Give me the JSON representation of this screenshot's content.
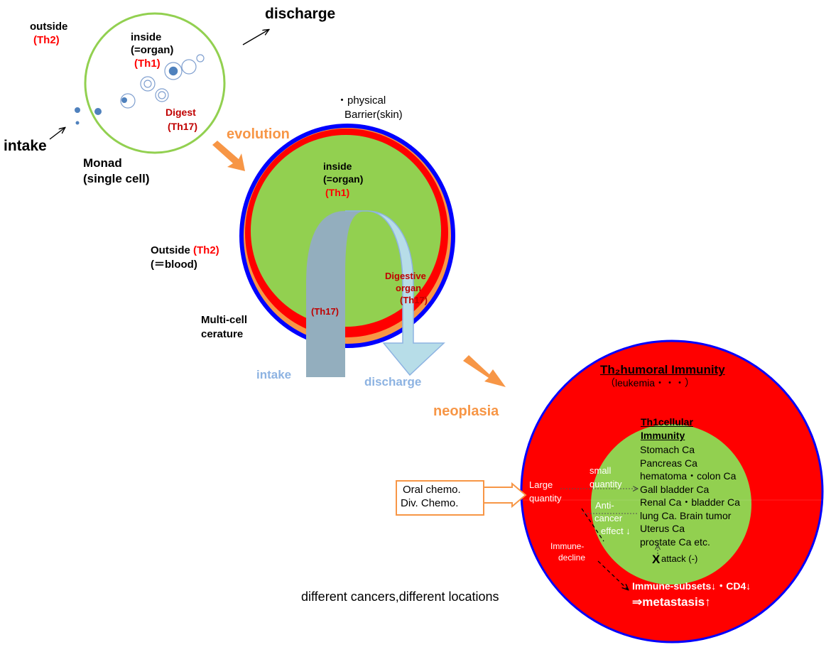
{
  "monad": {
    "outside": "outside",
    "outside_th": "(Th2)",
    "inside": "inside",
    "inside_organ": "(=organ)",
    "inside_th": "(Th1)",
    "digest": "Digest",
    "digest_th": "(Th17)",
    "discharge": "discharge",
    "intake": "intake",
    "name_line1": "Monad",
    "name_line2": "(single cell)"
  },
  "multicell": {
    "evolution": "evolution",
    "barrier_line1": "・physical",
    "barrier_line2": "Barrier(skin)",
    "inside": "inside",
    "inside_organ": "(=organ)",
    "inside_th": "(Th1)",
    "outside": "Outside ",
    "outside_th": "(Th2)",
    "blood": "(＝blood)",
    "digestive_line1": "Digestive",
    "digestive_line2": "organ",
    "digestive_th": "(Th17)",
    "arc_th": "(Th17)",
    "name_line1": "Multi-cell",
    "name_line2": "cerature",
    "intake": "intake",
    "discharge": "discharge"
  },
  "neoplasia": {
    "label": "neoplasia",
    "th2_title": "Th₂humoral Immunity",
    "th2_sub": "（leukemia・・・）",
    "th1_title_line1": "Th1cellular",
    "th1_title_line2": "Immunity",
    "cancers": [
      "Stomach Ca",
      "Pancreas Ca",
      "hematoma・colon Ca",
      "Gall bladder Ca",
      "Renal Ca・bladder Ca",
      "lung Ca. Brain tumor",
      "Uterus Ca",
      "prostate Ca etc."
    ],
    "small_line1": "small",
    "small_line2": "quantity",
    "anti_line1": "Anti-",
    "anti_line2": "cancer",
    "anti_line3": "effect ↓",
    "large_line1": "Large",
    "large_line2": "quantity",
    "chemo_line1": "Oral chemo.",
    "chemo_line2": "Div.  Chemo.",
    "immune_line1": "Immune-",
    "immune_line2": "decline",
    "attack_x": "X",
    "attack_text": "attack (-)",
    "subsets": "Immune-subsets↓・CD4↓",
    "metastasis": "⇒metastasis↑"
  },
  "footer": "different cancers,different  locations",
  "colors": {
    "green": "#92d050",
    "red": "#ff0000",
    "blue": "#0000ff",
    "orange": "#f79646",
    "light_blue": "#b7dde8",
    "steel_blue": "#93aebe",
    "dark_red": "#c00000"
  }
}
